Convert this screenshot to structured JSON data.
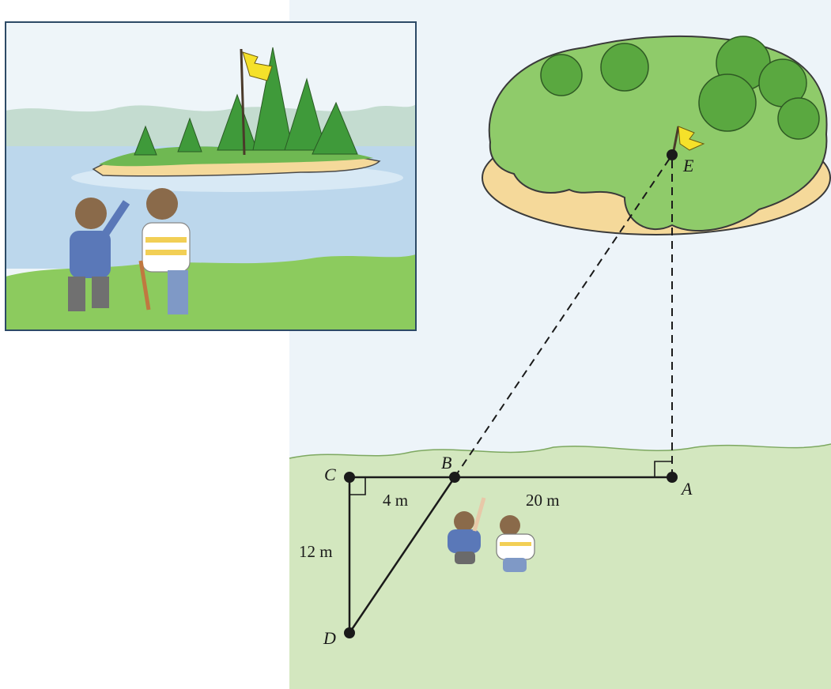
{
  "points": {
    "A": "A",
    "B": "B",
    "C": "C",
    "D": "D",
    "E": "E"
  },
  "measurements": {
    "CB": "4 m",
    "BA": "20 m",
    "CD": "12 m"
  },
  "colors": {
    "sky": "#edf4f9",
    "grass": "#d3e7bf",
    "lake": "#bcd7ec",
    "island_green": "#7cc05a",
    "sand": "#f5d99a",
    "flag": "#f5e12a",
    "line": "#1a1a1a"
  },
  "icons": [
    "flag-icon",
    "tree-icon",
    "child-icon"
  ]
}
